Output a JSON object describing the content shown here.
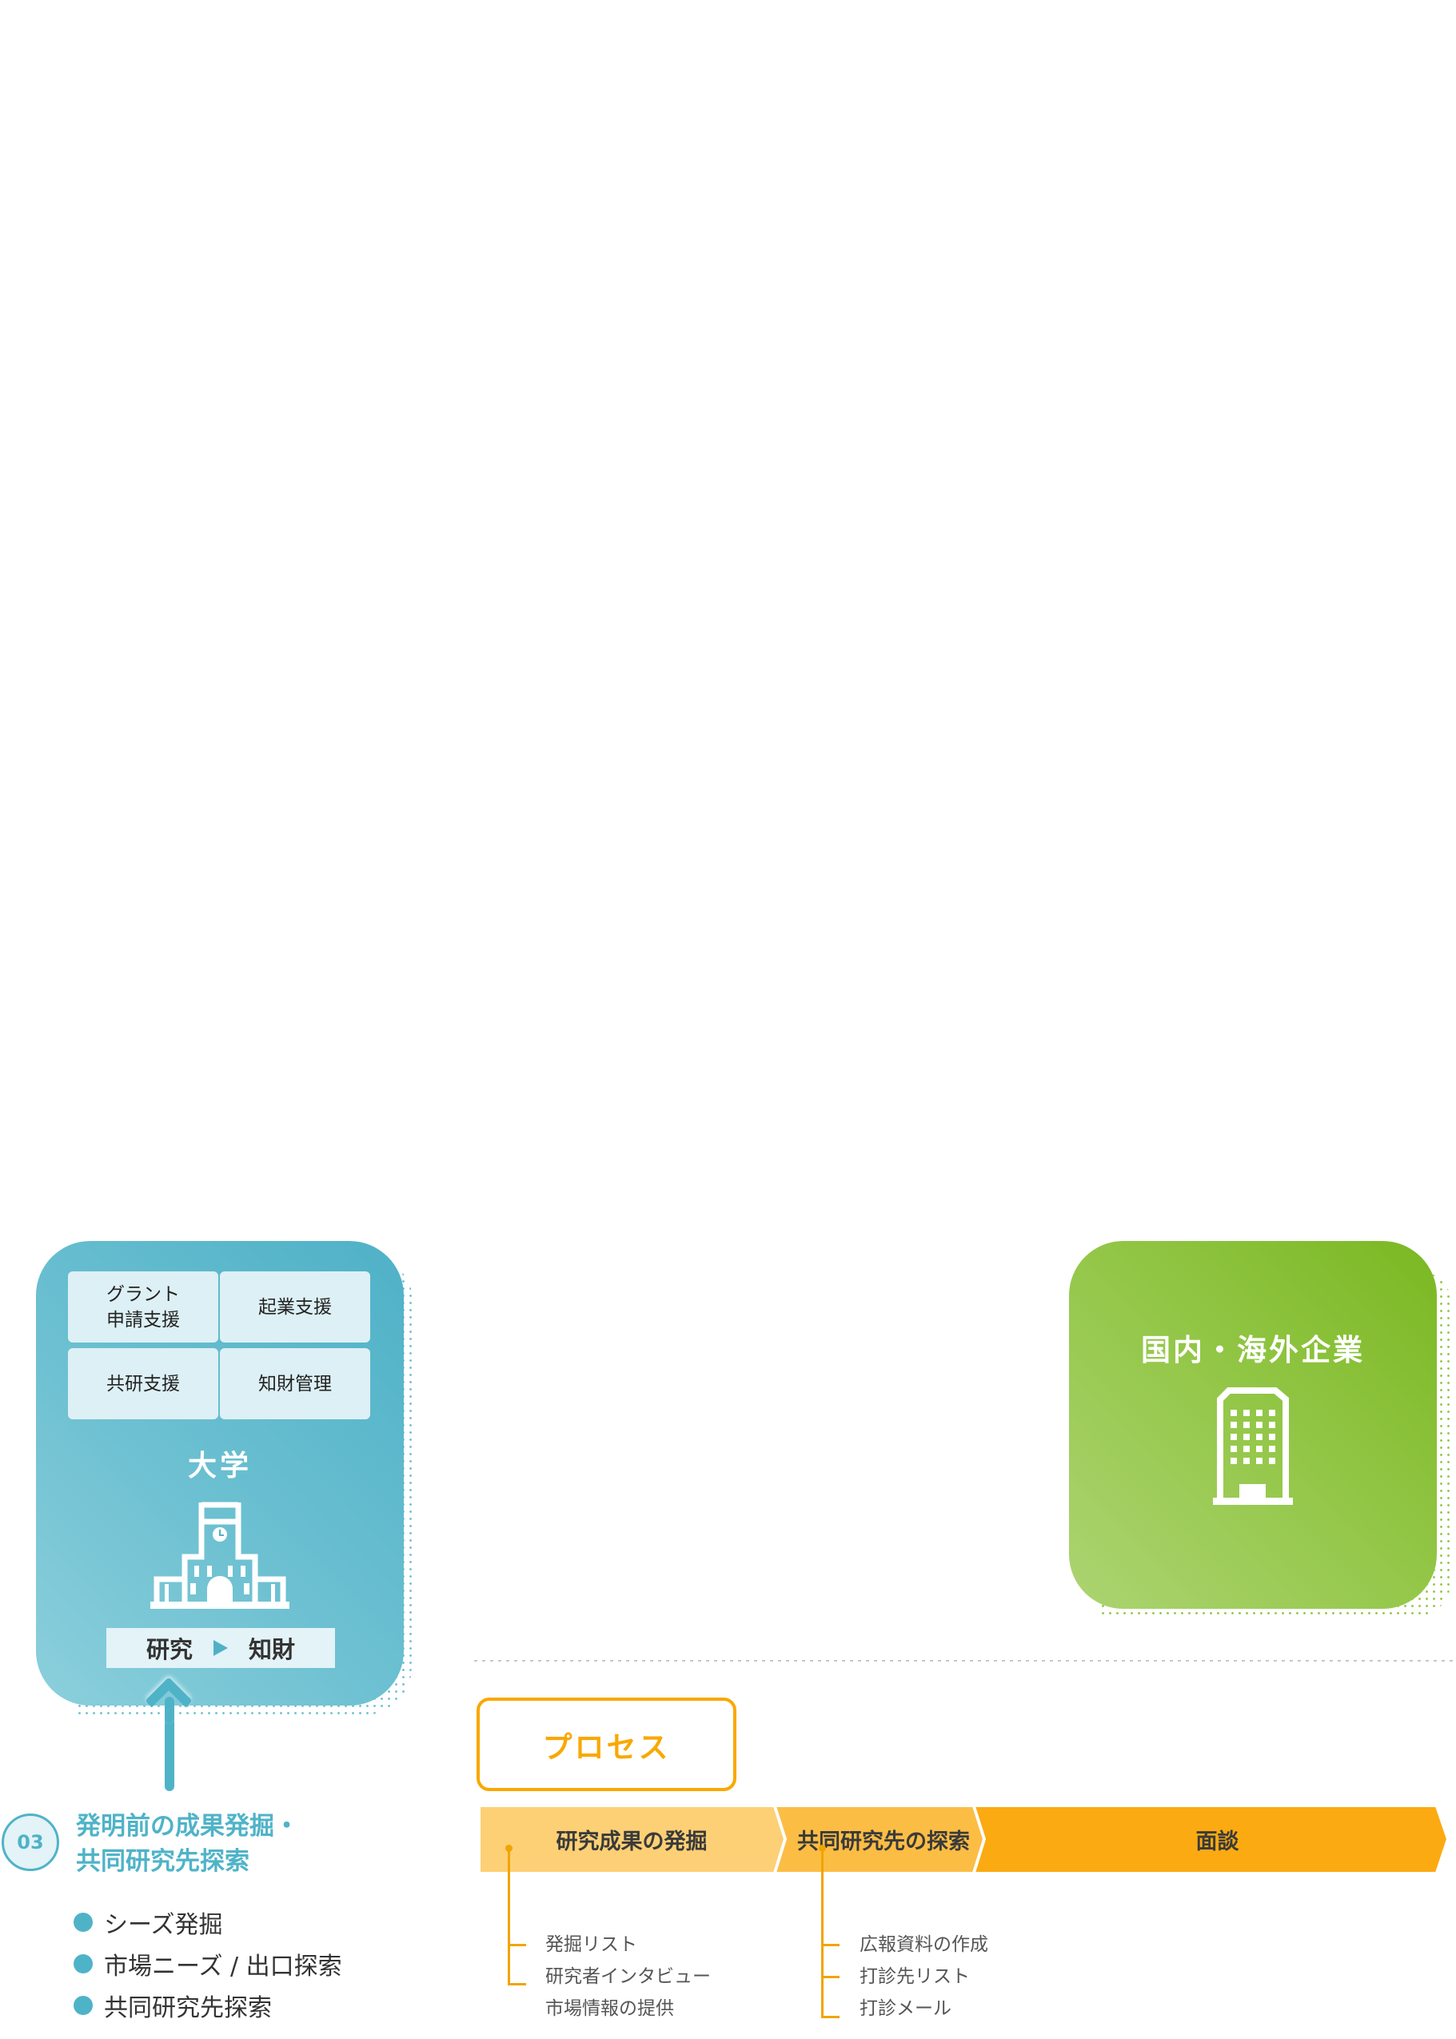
{
  "university": {
    "services": [
      "グラント\n申請支援",
      "起業支援",
      "共研支援",
      "知財管理"
    ],
    "title": "大学",
    "icon": "university-building-icon",
    "flow": {
      "from": "研究",
      "to": "知財",
      "arrow_icon": "triangle-right-icon"
    },
    "color": "#4fb3c8"
  },
  "section": {
    "number": "03",
    "title_line1": "発明前の成果発掘・",
    "title_line2": "共同研究先探索",
    "bullets": [
      "シーズ発掘",
      "市場ニーズ / 出口探索",
      "共同研究先探索"
    ]
  },
  "company": {
    "title": "国内・海外企業",
    "icon": "office-building-icon",
    "color": "#7ab822"
  },
  "process": {
    "label": "プロセス",
    "color": "#f9a800",
    "steps": [
      {
        "label": "研究成果の発掘",
        "color": "#fdd075",
        "items": [
          "発掘リスト",
          "研究者インタビュー",
          "市場情報の提供"
        ]
      },
      {
        "label": "共同研究先の探索",
        "color": "#fcbd45",
        "items": [
          "広報資料の作成",
          "打診先リスト",
          "打診メール"
        ]
      },
      {
        "label": "面談",
        "color": "#fbaa12",
        "items": []
      }
    ]
  }
}
